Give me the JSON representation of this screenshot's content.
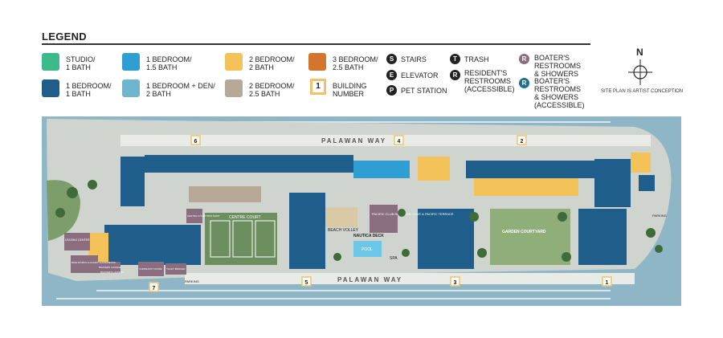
{
  "legend": {
    "title": "LEGEND",
    "items": [
      {
        "label_l1": "STUDIO/",
        "label_l2": "1 BATH",
        "color": "#3dba8c"
      },
      {
        "label_l1": "1 BEDROOM/",
        "label_l2": "1 BATH",
        "color": "#1f5e8a"
      },
      {
        "label_l1": "1 BEDROOM/",
        "label_l2": "1.5 BATH",
        "color": "#2f9fd3"
      },
      {
        "label_l1": "1 BEDROOM + DEN/",
        "label_l2": "2 BATH",
        "color": "#6eb6cf"
      },
      {
        "label_l1": "2 BEDROOM/",
        "label_l2": "2 BATH",
        "color": "#f3c35a"
      },
      {
        "label_l1": "2 BEDROOM/",
        "label_l2": "2.5 BATH",
        "color": "#b7a897"
      },
      {
        "label_l1": "3 BEDROOM/",
        "label_l2": "2.5 BATH",
        "color": "#d2762d"
      }
    ],
    "building_number": {
      "glyph": "1",
      "label_l1": "BUILDING",
      "label_l2": "NUMBER"
    },
    "symbols": [
      {
        "glyph": "S",
        "label": "STAIRS"
      },
      {
        "glyph": "E",
        "label": "ELEVATOR"
      },
      {
        "glyph": "P",
        "label": "PET STATION"
      },
      {
        "glyph": "T",
        "label": "TRASH"
      },
      {
        "glyph": "R",
        "label_l1": "RESIDENT'S",
        "label_l2": "RESTROOMS",
        "label_l3": "(ACCESSIBLE)"
      }
    ],
    "boater": [
      {
        "glyph": "R",
        "color": "#8a6d7f",
        "label_l1": "BOATER'S",
        "label_l2": "RESTROOMS",
        "label_l3": "& SHOWERS"
      },
      {
        "glyph": "R",
        "color": "#1f6f8f",
        "label_l1": "BOATER'S",
        "label_l2": "RESTROOMS",
        "label_l3": "& SHOWERS",
        "label_l4": "(ACCESSIBLE)"
      }
    ],
    "compass_letter": "N",
    "site_note": "SITE PLAN IS ARTIST CONCEPTION"
  },
  "map": {
    "street_top": "PALAWAN WAY",
    "street_bottom": "PALAWAN WAY",
    "buildings": [
      "1",
      "2",
      "3",
      "4",
      "5",
      "6",
      "7"
    ],
    "amenities": {
      "centre_court": "CENTRE COURT",
      "beach_volley": "BEACH VOLLEY",
      "nautica_deck": "NAUTICA DECK",
      "pool": "POOL",
      "spa": "SPA",
      "garden_courtyard": "GARDEN COURTYARD",
      "leasing_center": "LEASING CENTER",
      "bike_works": "BIKE WORKS & KAYAKIT EXPERIENCE",
      "boaters_lounge": "BOATERS LOUNGE",
      "community_room": "COMMUNITY ROOM",
      "yacht_broker": "YACHT BROKER",
      "boaters_laundry": "BOATER'S LAUNDRY",
      "pacific_club": "PACIFIC CLUB BUSINESS COVE & PACIFIC TERRACE",
      "parking": "PARKING",
      "centre_court_pro_shop": "CENTRE COURT PRO SHOP"
    }
  }
}
